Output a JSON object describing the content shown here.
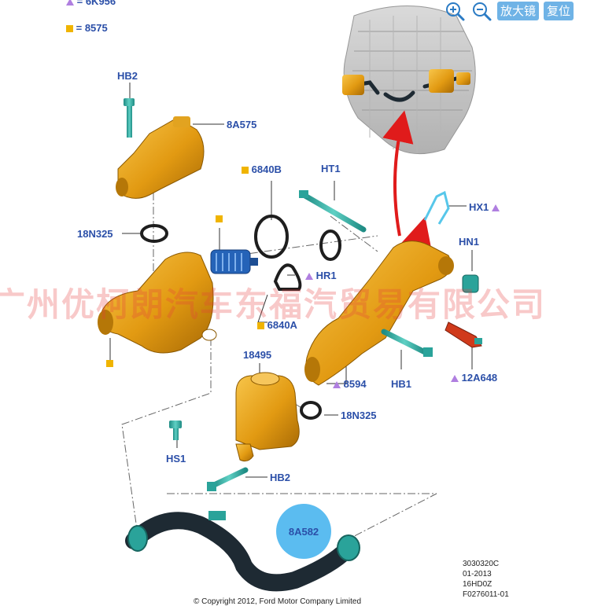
{
  "legend": {
    "top_code": "= 6K956",
    "square_code": "= 8575"
  },
  "toolbar": {
    "zoom_in_label": "",
    "zoom_out_label": "",
    "magnifier_label": "放大镜",
    "reset_label": "复位"
  },
  "callouts": {
    "hb2_top": "HB2",
    "a8a575": "8A575",
    "p6840b": "6840B",
    "ht1": "HT1",
    "hx1": "HX1",
    "n18n325_left": "18N325",
    "hr1": "HR1",
    "hn1": "HN1",
    "p6840a": "6840A",
    "n18495": "18495",
    "n8594": "8594",
    "hb1": "HB1",
    "a12a648": "12A648",
    "n18n325_mid": "18N325",
    "hs1": "HS1",
    "hb2_bottom": "HB2",
    "a8a582": "8A582"
  },
  "watermark": "广州优柯朗汽车东福汽贸易有限公司",
  "reference": {
    "line1": "3030320C",
    "line2": "01-2013",
    "line3": "16HD0Z",
    "line4": "F0276011-01"
  },
  "copyright": "© Copyright 2012, Ford Motor Company Limited",
  "colors": {
    "label": "#2b4fa8",
    "housing": "#e8a317",
    "bolt": "#2aa39a",
    "hose": "#1e2a33",
    "badge": "#5bbcf0",
    "arrow": "#e01b1b",
    "triangle": "#b07fe0",
    "square": "#f0b400"
  }
}
